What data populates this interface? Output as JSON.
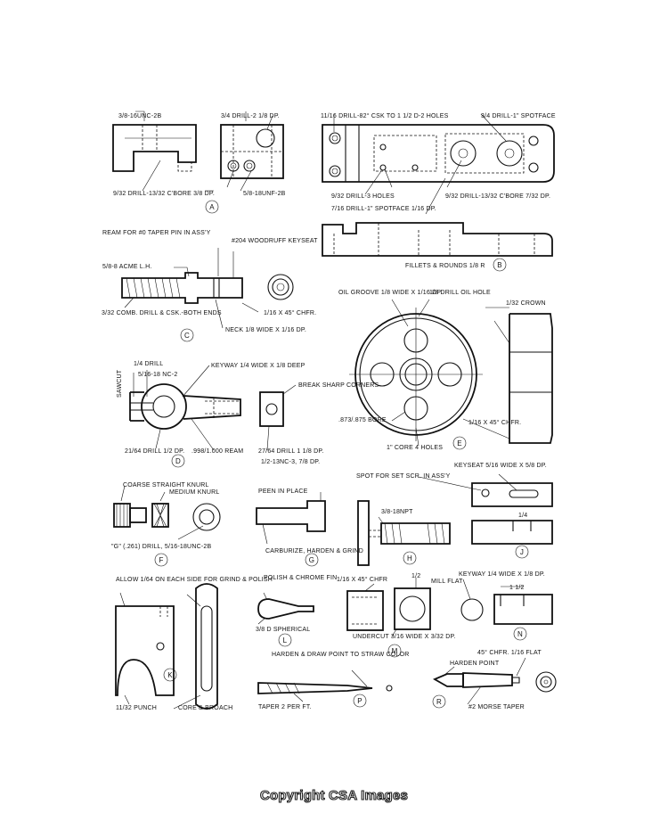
{
  "parts": [
    {
      "id": "A",
      "notes": [
        "3/8-16UNC-2B",
        "3/4 DRILL-2 1/8 DP.",
        "9/32 DRILL-13/32 C'BORE 3/8 DP.",
        "5/8-18UNF-2B"
      ]
    },
    {
      "id": "B",
      "notes": [
        "11/16 DRILL-82° CSK TO 1 1/2 D-2 HOLES",
        "3/4 DRILL-1\" SPOTFACE",
        "9/32 DRILL-3 HOLES",
        "9/32 DRILL-13/32 C'BORE 7/32 DP.",
        "7/16 DRILL-1\" SPOTFACE 1/16 DP.",
        "FILLETS & ROUNDS 1/8 R"
      ]
    },
    {
      "id": "C",
      "notes": [
        "REAM FOR #0 TAPER PIN IN ASS'Y",
        "#204 WOODRUFF KEYSEAT",
        "5/8-8 ACME L.H.",
        "3/32 COMB. DRILL & CSK.-BOTH ENDS",
        "1/16 X 45° CHFR.",
        "NECK 1/8 WIDE X 1/16 DP."
      ]
    },
    {
      "id": "D",
      "notes": [
        "SAWCUT",
        "1/4 DRILL",
        "5/16-18 NC-2",
        "KEYWAY 1/4 WIDE X 1/8 DEEP",
        "BREAK SHARP CORNERS",
        "21/64 DRILL 1/2 DP.",
        ".998/1.000 REAM",
        "27/64 DRILL 1 1/8 DP.",
        "1/2-13NC-3, 7/8 DP."
      ]
    },
    {
      "id": "E",
      "notes": [
        "OIL GROOVE 1/8 WIDE X 1/16 DP.",
        "1/8 DRILL OIL HOLE",
        "1/32 CROWN",
        ".873/.875 BORE",
        "1\" CORE 4 HOLES",
        "1/16 X 45° CHFR."
      ]
    },
    {
      "id": "F",
      "notes": [
        "COARSE STRAIGHT KNURL",
        "MEDIUM KNURL",
        "\"G\" (.261) DRILL, 5/16-18UNC-2B"
      ]
    },
    {
      "id": "G",
      "notes": [
        "PEEN IN PLACE",
        "CARBURIZE, HARDEN & GRIND"
      ]
    },
    {
      "id": "H",
      "notes": [
        "3/8-18NPT"
      ]
    },
    {
      "id": "J",
      "notes": [
        "KEYSEAT 5/16 WIDE X 5/8 DP.",
        "SPOT FOR SET SCR. IN ASS'Y",
        "1/4"
      ]
    },
    {
      "id": "K",
      "notes": [
        "ALLOW 1/64 ON EACH SIDE FOR GRIND & POLISH",
        "11/32 PUNCH",
        "CORE & BROACH"
      ]
    },
    {
      "id": "L",
      "notes": [
        "POLISH & CHROME FIN",
        "3/8 D SPHERICAL"
      ]
    },
    {
      "id": "M",
      "notes": [
        "1/16 X 45° CHFR",
        "1/2",
        "MILL FLAT",
        "UNDERCUT 3/16 WIDE X 3/32 DP."
      ]
    },
    {
      "id": "N",
      "notes": [
        "KEYWAY 1/4 WIDE X 1/8 DP.",
        "1 1/2"
      ]
    },
    {
      "id": "P",
      "notes": [
        "HARDEN & DRAW POINT TO STRAW COLOR",
        "TAPER 2 PER FT."
      ]
    },
    {
      "id": "R",
      "notes": [
        "45° CHFR. 1/16 FLAT",
        "HARDEN POINT",
        "#2 MORSE TAPER"
      ]
    }
  ],
  "footer": "Copyright CSA Images"
}
